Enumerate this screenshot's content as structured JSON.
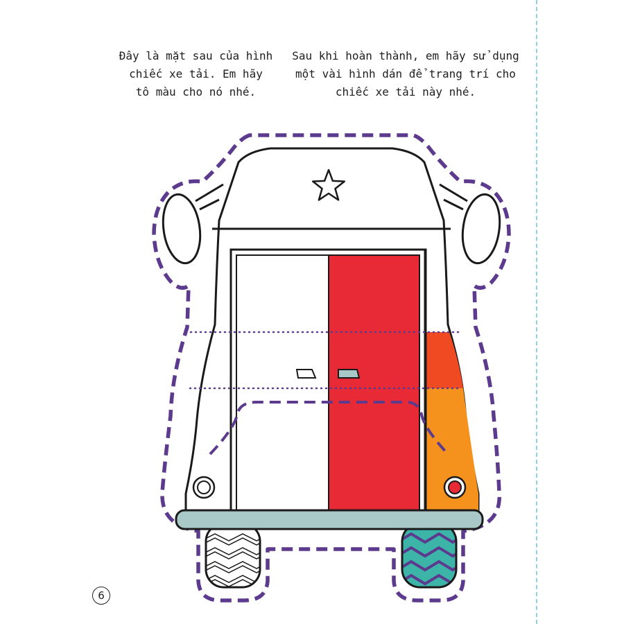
{
  "instructions": {
    "left": [
      "Đây là mặt sau của hình",
      "chiếc xe tải. Em hãy",
      "tô màu cho nó nhé."
    ],
    "right": [
      "Sau khi hoàn thành, em hãy sử dụng",
      "một vài hình dán để trang trí cho",
      "chiếc xe tải này nhé."
    ]
  },
  "page_number": "6",
  "colors": {
    "cut_line": "#5c3a8e",
    "outline": "#1a1a1a",
    "door_right": "#e82a37",
    "panel_top": "#f04a23",
    "panel_bottom": "#f5921e",
    "bumper": "#a9c9c9",
    "tire_right": "#3cb5a8",
    "zigzag_right": "#5c3a8e",
    "fold_line": "#8fd3dc",
    "light_right": "#e82a37"
  },
  "icons": [
    "star-icon"
  ]
}
